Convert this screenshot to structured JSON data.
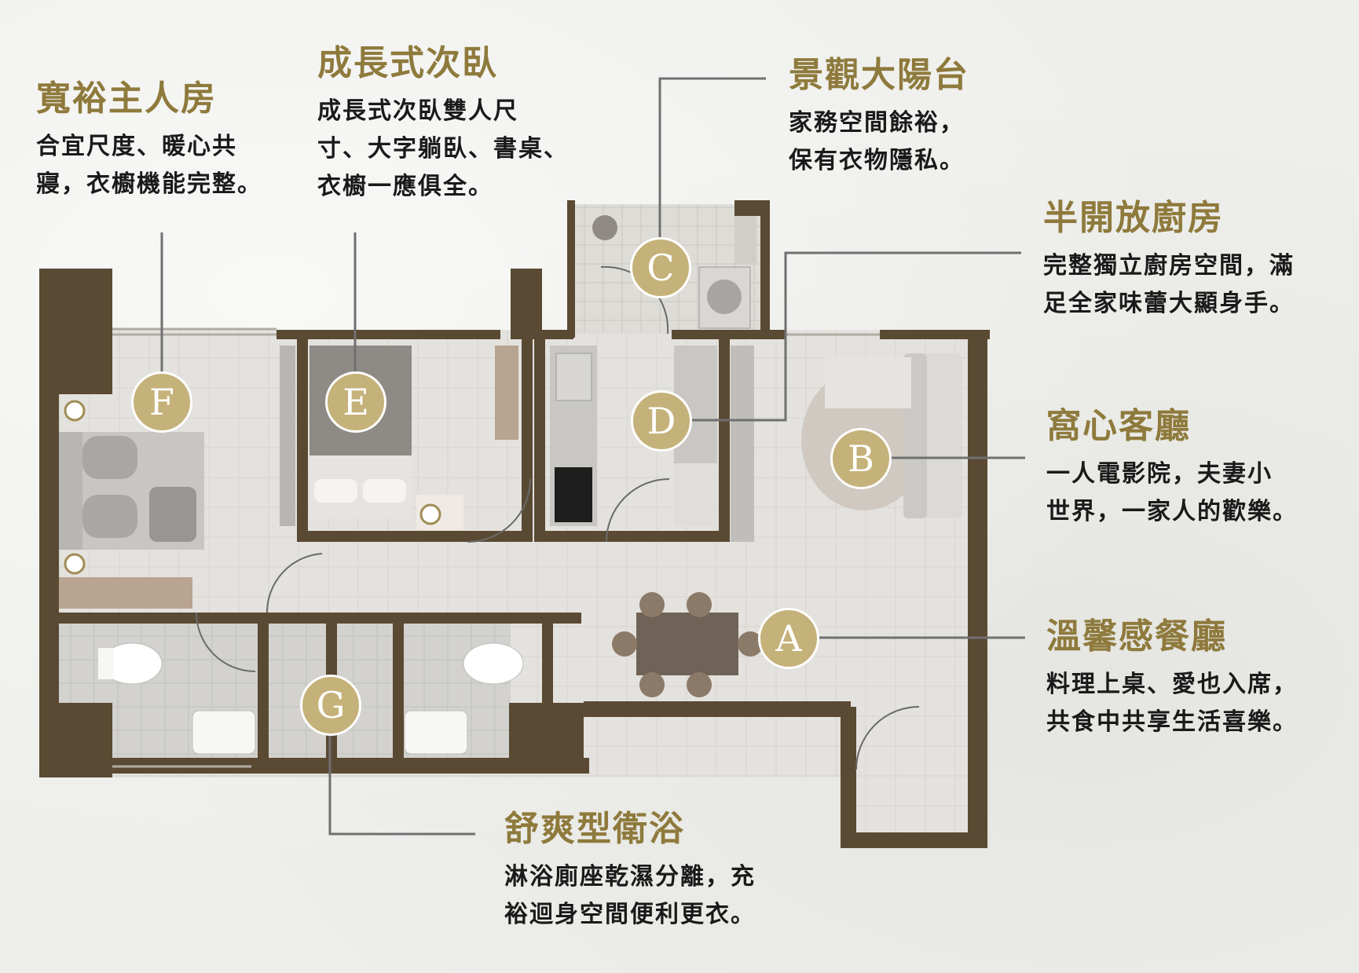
{
  "colors": {
    "wall": "#5a4a33",
    "floor": "#e3e1dd",
    "tile": "#d2d1cd",
    "badge": "#c5b27a",
    "title": "#8e7a3c",
    "text": "#1a1a1a",
    "leader": "#707070"
  },
  "rooms": {
    "F": {
      "badge": "F",
      "title": "寬裕主人房",
      "desc": [
        "合宜尺度、暖心共",
        "寢，衣櫥機能完整。"
      ]
    },
    "E": {
      "badge": "E",
      "title": "成長式次臥",
      "desc": [
        "成長式次臥雙人尺",
        "寸、大字躺臥、書桌、",
        "衣櫥一應俱全。"
      ]
    },
    "C": {
      "badge": "C",
      "title": "景觀大陽台",
      "desc": [
        "家務空間餘裕，",
        "保有衣物隱私。"
      ]
    },
    "D": {
      "badge": "D",
      "title": "半開放廚房",
      "desc": [
        "完整獨立廚房空間，滿",
        "足全家味蕾大顯身手。"
      ]
    },
    "B": {
      "badge": "B",
      "title": "窩心客廳",
      "desc": [
        "一人電影院，夫妻小",
        "世界，一家人的歡樂。"
      ]
    },
    "A": {
      "badge": "A",
      "title": "溫馨感餐廳",
      "desc": [
        "料理上桌、愛也入席，",
        "共食中共享生活喜樂。"
      ]
    },
    "G": {
      "badge": "G",
      "title": "舒爽型衛浴",
      "desc": [
        "淋浴廁座乾濕分離，充",
        "裕迴身空間便利更衣。"
      ]
    }
  }
}
